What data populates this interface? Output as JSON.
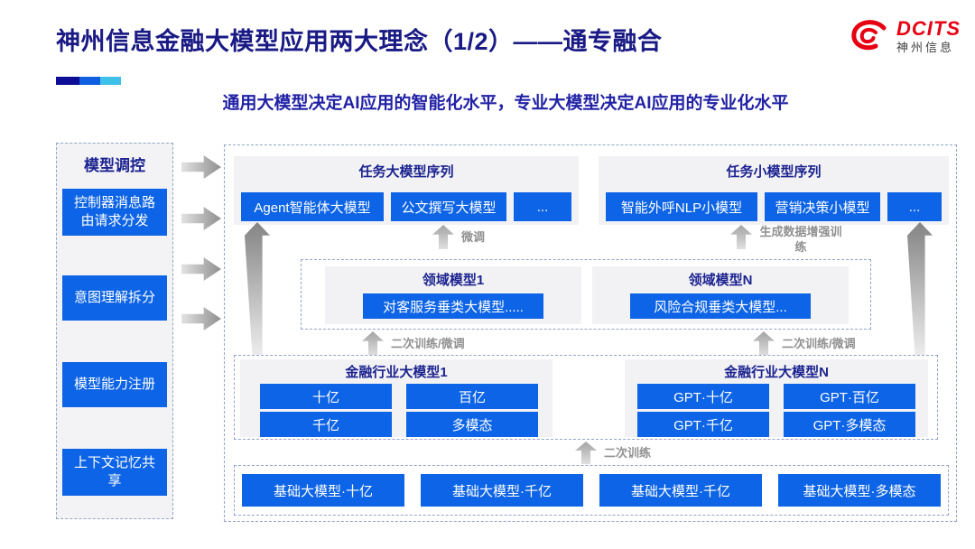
{
  "header": {
    "title": "神州信息金融大模型应用两大理念（1/2）——通专融合",
    "subtitle": "通用大模型决定AI应用的智能化水平，专业大模型决定AI应用的专业化水平",
    "logo": {
      "brand": "DCITS",
      "brand_cn": "神州信息"
    },
    "accent_bar_colors": [
      "#0d0d96",
      "#0f5fe0",
      "#3fc0e8"
    ]
  },
  "colors": {
    "button_blue": "#0d64e6",
    "navy_text": "#1c2390",
    "logo_red": "#e60012",
    "arrow_gray": "#a3a3a3",
    "panel_gray": "#f2f2f4"
  },
  "icons": {
    "logo": "dcits-swirl-icon",
    "side_arrows": "right-arrow-icon",
    "flow_arrows": "up-arrow-icon"
  },
  "sidebar": {
    "title": "模型调控",
    "items": [
      {
        "label": "控制器消息路由请求分发"
      },
      {
        "label": "意图理解拆分"
      },
      {
        "label": "模型能力注册"
      },
      {
        "label": "上下文记忆共享"
      }
    ]
  },
  "diagram": {
    "task_large": {
      "title": "任务大模型序列",
      "items": [
        "Agent智能体大模型",
        "公文撰写大模型",
        "..."
      ]
    },
    "task_small": {
      "title": "任务小模型序列",
      "items": [
        "智能外呼NLP小模型",
        "营销决策小模型",
        "..."
      ]
    },
    "arrows": {
      "fine_tune": "微调",
      "gen_data_train": "生成数据增强训练",
      "secondary_ft_left": "二次训练/微调",
      "secondary_ft_right": "二次训练/微调",
      "secondary_train": "二次训练"
    },
    "domain": {
      "panels": [
        {
          "title": "领域模型1",
          "button": "对客服务垂类大模型....."
        },
        {
          "title": "领域模型N",
          "button": "风险合规垂类大模型..."
        }
      ]
    },
    "industry": {
      "panels": [
        {
          "title": "金融行业大模型1",
          "buttons": [
            "十亿",
            "百亿",
            "千亿",
            "多模态"
          ]
        },
        {
          "title": "金融行业大模型N",
          "buttons": [
            "GPT·十亿",
            "GPT·百亿",
            "GPT·千亿",
            "GPT·多模态"
          ]
        }
      ]
    },
    "base": {
      "buttons": [
        "基础大模型·十亿",
        "基础大模型·千亿",
        "基础大模型·千亿",
        "基础大模型·多模态"
      ]
    }
  }
}
